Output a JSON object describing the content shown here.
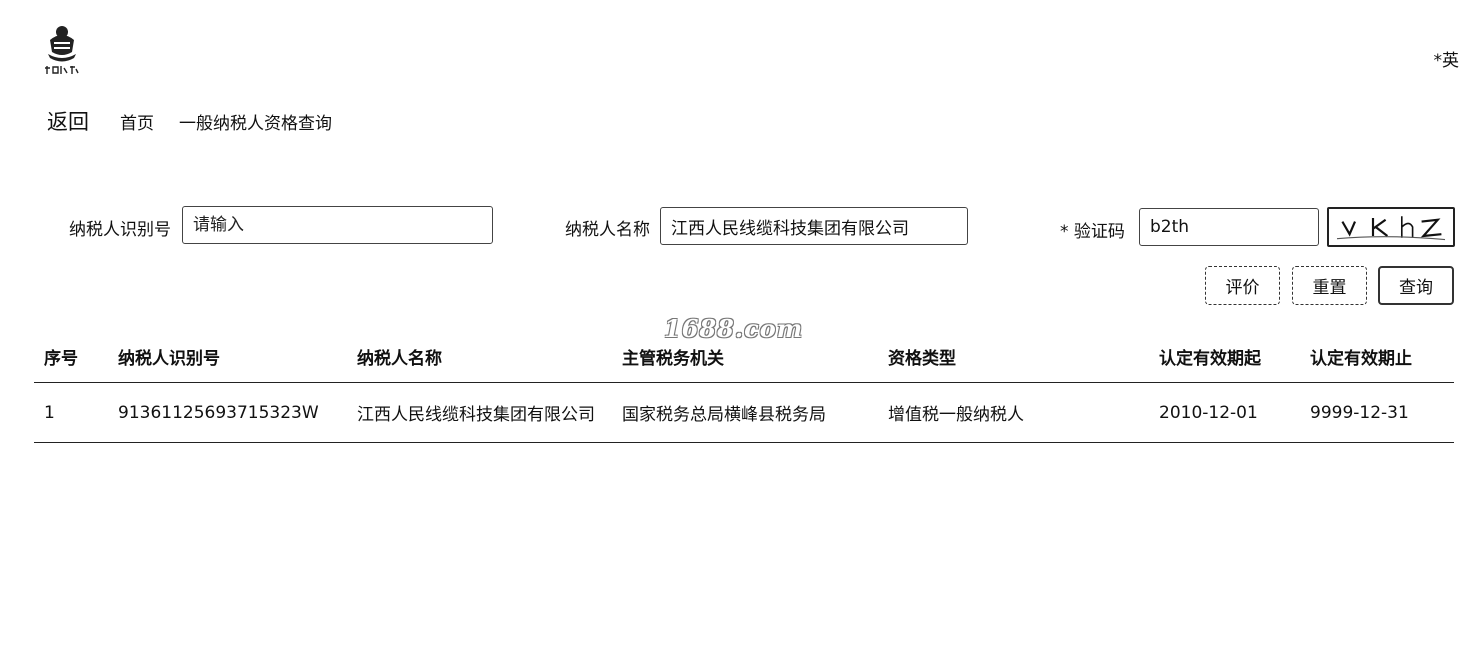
{
  "header": {
    "logo_icon": "china-tax-emblem-icon",
    "language_switch": "*英"
  },
  "breadcrumb": {
    "back_label": "返回",
    "home_label": "首页",
    "current_label": "一般纳税人资格查询"
  },
  "search_form": {
    "taxpayer_id": {
      "label": "纳税人识别号",
      "value": "",
      "placeholder": "请输入"
    },
    "taxpayer_name": {
      "label": "纳税人名称",
      "value": "江西人民线缆科技集团有限公司"
    },
    "captcha": {
      "label": "* 验证码",
      "value": "b2th",
      "image_text": "vkhz"
    },
    "buttons": {
      "evaluate": "评价",
      "reset": "重置",
      "query": "查询"
    }
  },
  "watermark": "1688.com",
  "results_table": {
    "columns": [
      "序号",
      "纳税人识别号",
      "纳税人名称",
      "主管税务机关",
      "资格类型",
      "认定有效期起",
      "认定有效期止"
    ],
    "rows": [
      [
        "1",
        "91361125693715323W",
        "江西人民线缆科技集团有限公司",
        "国家税务总局横峰县税务局",
        "增值税一般纳税人",
        "2010-12-01",
        "9999-12-31"
      ]
    ]
  }
}
